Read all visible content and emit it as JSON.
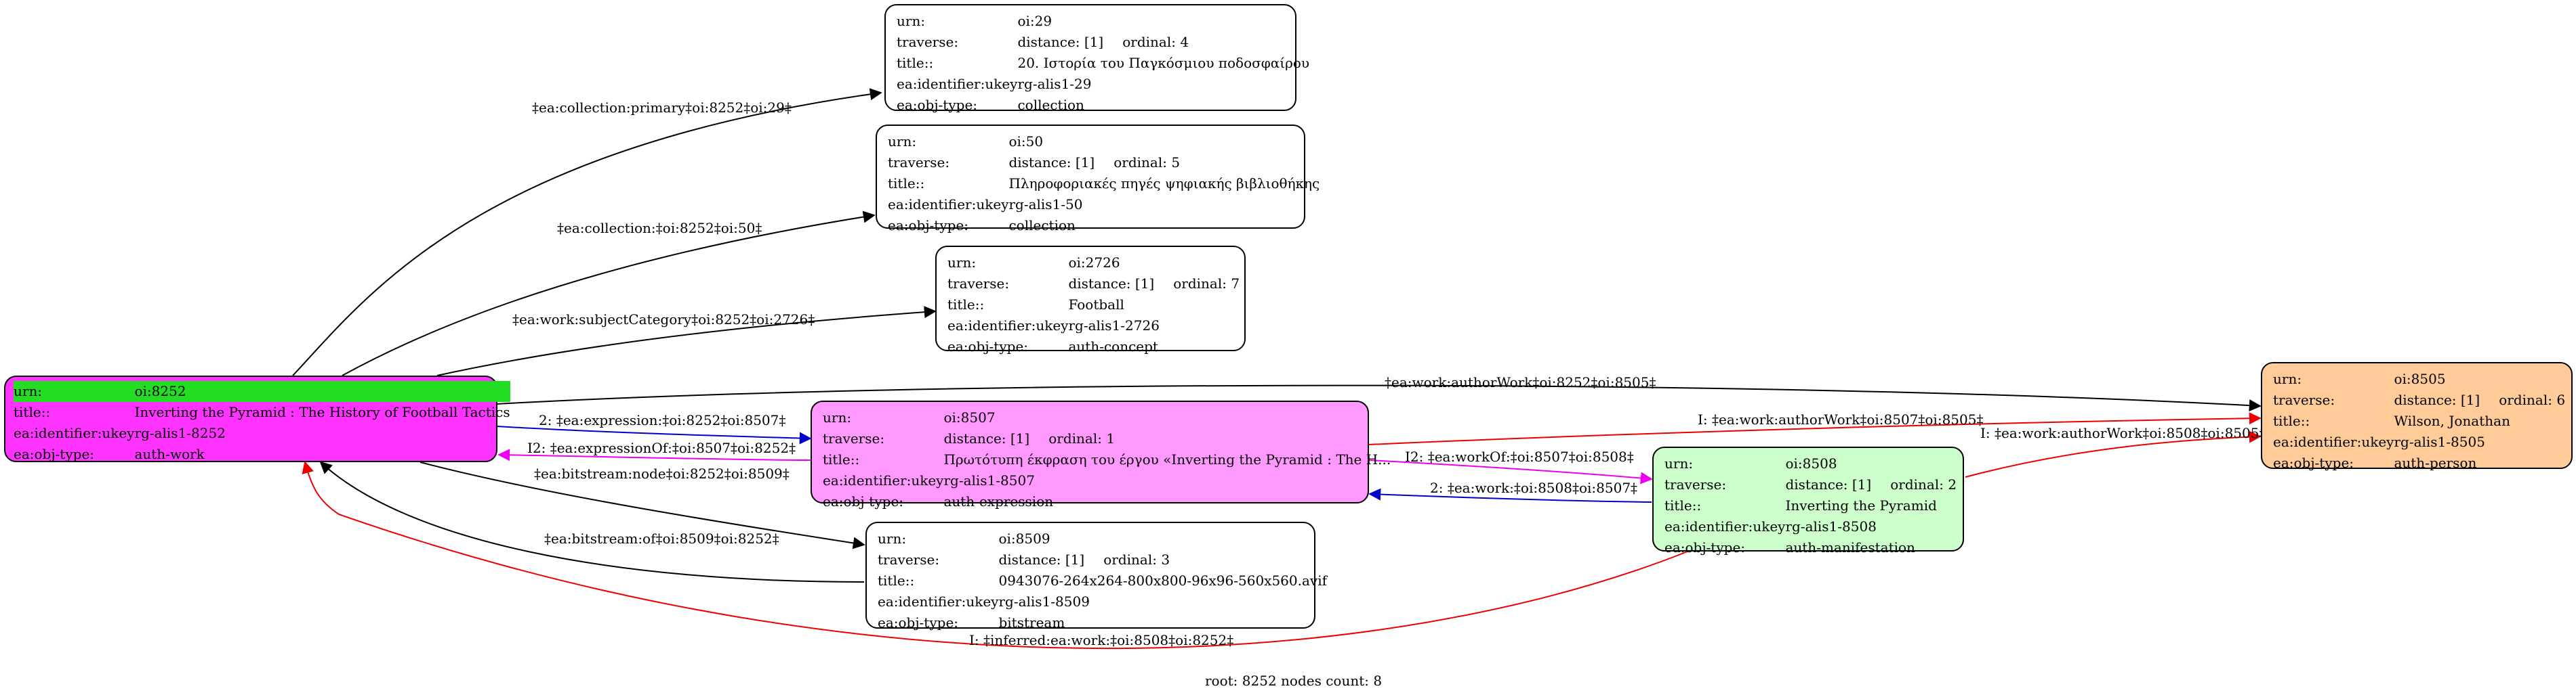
{
  "nodes": {
    "root": {
      "urn": "oi:8252",
      "title": "Inverting the Pyramid : The History of Football Tactics",
      "ukey": "rg-alis1-8252",
      "objtype": "auth-work",
      "color": "#ff33ff"
    },
    "n29": {
      "urn": "oi:29",
      "traverse": "distance: [1]",
      "ordinal": "ordinal: 4",
      "title": "20. Ιστορία του Παγκόσμιου ποδοσφαίρου",
      "ukey": "rg-alis1-29",
      "objtype": "collection"
    },
    "n50": {
      "urn": "oi:50",
      "traverse": "distance: [1]",
      "ordinal": "ordinal: 5",
      "title": "Πληροφοριακές πηγές ψηφιακής βιβλιοθήκης",
      "ukey": "rg-alis1-50",
      "objtype": "collection"
    },
    "n2726": {
      "urn": "oi:2726",
      "traverse": "distance: [1]",
      "ordinal": "ordinal: 7",
      "title": "Football",
      "ukey": "rg-alis1-2726",
      "objtype": "auth-concept"
    },
    "n8507": {
      "urn": "oi:8507",
      "traverse": "distance: [1]",
      "ordinal": "ordinal: 1",
      "title": "Πρωτότυπη έκφραση του έργου «Inverting the Pyramid : The H...",
      "ukey": "rg-alis1-8507",
      "objtype": "auth-expression",
      "color": "#ff99ff"
    },
    "n8509": {
      "urn": "oi:8509",
      "traverse": "distance: [1]",
      "ordinal": "ordinal: 3",
      "title": "0943076-264x264-800x800-96x96-560x560.avif",
      "ukey": "rg-alis1-8509",
      "objtype": "bitstream"
    },
    "n8508": {
      "urn": "oi:8508",
      "traverse": "distance: [1]",
      "ordinal": "ordinal: 2",
      "title": "Inverting the Pyramid",
      "ukey": "rg-alis1-8508",
      "objtype": "auth-manifestation",
      "color": "#ccffcc"
    },
    "n8505": {
      "urn": "oi:8505",
      "traverse": "distance: [1]",
      "ordinal": "ordinal: 6",
      "title": "Wilson, Jonathan",
      "ukey": "rg-alis1-8505",
      "objtype": "auth-person",
      "color": "#ffcc99"
    }
  },
  "keys": {
    "urn": "urn:",
    "traverse": "traverse:",
    "title": "title::",
    "ukey": "ea:identifier:ukey",
    "objtype": "ea:obj-type:"
  },
  "edges": {
    "e29": "‡ea:collection:primary‡oi:8252‡oi:29‡",
    "e50": "‡ea:collection:‡oi:8252‡oi:50‡",
    "e2726": "‡ea:work:subjectCategory‡oi:8252‡oi:2726‡",
    "e8505": "‡ea:work:authorWork‡oi:8252‡oi:8505‡",
    "e8507": "2: ‡ea:expression:‡oi:8252‡oi:8507‡",
    "e8507back": "I2: ‡ea:expressionOf:‡oi:8507‡oi:8252‡",
    "e8509": "‡ea:bitstream:node‡oi:8252‡oi:8509‡",
    "e8509back": "‡ea:bitstream:of‡oi:8509‡oi:8252‡",
    "e8507_8505": "I: ‡ea:work:authorWork‡oi:8507‡oi:8505‡",
    "e8508_8505": "I: ‡ea:work:authorWork‡oi:8508‡oi:8505‡",
    "e8507_8508": "I2: ‡ea:workOf:‡oi:8507‡oi:8508‡",
    "e8508_8507": "2: ‡ea:work:‡oi:8508‡oi:8507‡",
    "e8508_root": "I: ‡inferred:ea:work:‡oi:8508‡oi:8252‡"
  },
  "footer": "root: 8252 nodes count: 8"
}
